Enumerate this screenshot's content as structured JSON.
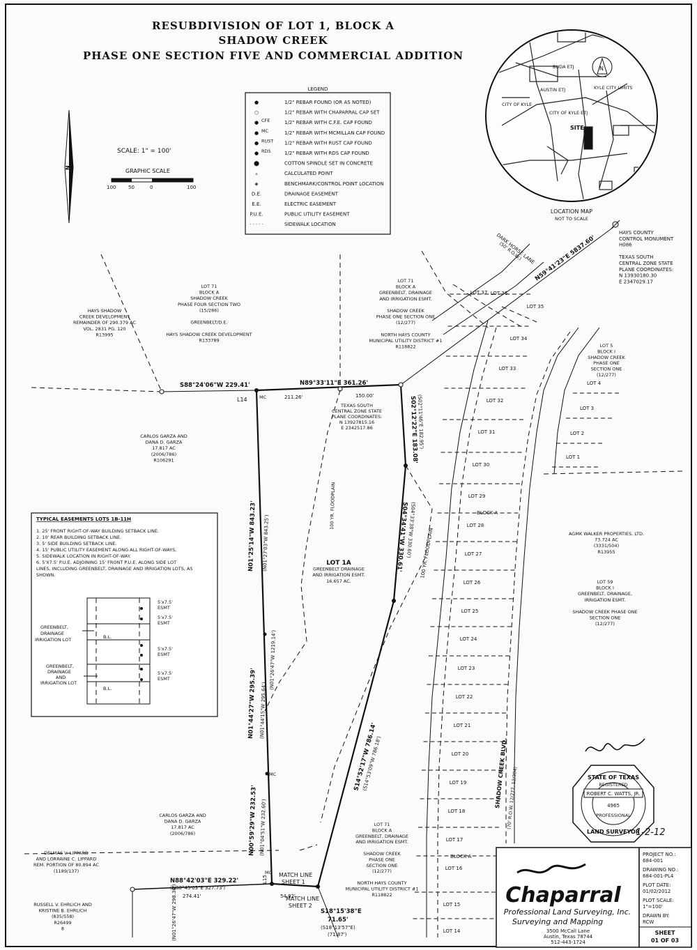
{
  "title": {
    "line1": "RESUBDIVISION OF LOT 1, BLOCK A",
    "line2": "SHADOW CREEK",
    "line3": "PHASE ONE SECTION FIVE AND COMMERCIAL ADDITION"
  },
  "scale": {
    "text": "SCALE: 1\" = 100'",
    "graphic_label": "GRAPHIC SCALE",
    "ticks": [
      "100",
      "50",
      "0",
      "100"
    ]
  },
  "legend": {
    "heading": "LEGEND",
    "items": [
      {
        "sym": "●",
        "sup": "",
        "text": "1/2\" REBAR FOUND (OR AS NOTED)"
      },
      {
        "sym": "○",
        "sup": "",
        "text": "1/2\" REBAR WITH CHAPARRAL CAP SET"
      },
      {
        "sym": "●",
        "sup": "CFE",
        "text": "1/2\" REBAR WITH C.F.E. CAP FOUND"
      },
      {
        "sym": "●",
        "sup": "MC",
        "text": "1/2\" REBAR WITH MCMILLAN CAP FOUND"
      },
      {
        "sym": "●",
        "sup": "RUST",
        "text": "1/2\" REBAR WITH RUST CAP FOUND"
      },
      {
        "sym": "●",
        "sup": "RDS",
        "text": "1/2\" REBAR WITH RDS CAP FOUND"
      },
      {
        "sym": "⬤",
        "sup": "",
        "text": "COTTON SPINDLE SET IN CONCRETE"
      },
      {
        "sym": "▵",
        "sup": "",
        "text": "CALCULATED POINT"
      },
      {
        "sym": "◈",
        "sup": "",
        "text": "BENCHMARK/CONTROL POINT LOCATION"
      },
      {
        "sym": "D.E.",
        "sup": "",
        "text": "DRAINAGE EASEMENT"
      },
      {
        "sym": "E.E.",
        "sup": "",
        "text": "ELECTRIC EASEMENT"
      },
      {
        "sym": "P.U.E.",
        "sup": "",
        "text": "PUBLIC UTILITY EASEMENT"
      },
      {
        "sym": "· · · · ·",
        "sup": "",
        "text": "SIDEWALK LOCATION"
      }
    ]
  },
  "location_map": {
    "caption": "LOCATION MAP",
    "note": "NOT TO SCALE",
    "labels": [
      "BUDA ETJ",
      "AUSTIN ETJ",
      "CITY OF KYLE",
      "KYLE CITY LIMITS",
      "CITY OF KYLE ETJ",
      "SITE",
      "N"
    ]
  },
  "monument": {
    "lines": [
      "HAYS COUNTY",
      "CONTROL MONUMENT",
      "H086",
      "",
      "TEXAS SOUTH",
      "CENTRAL ZONE STATE",
      "PLANE COORDINATES:",
      "N 13930180.30",
      "E 2347029.17"
    ]
  },
  "street_dark_horse": {
    "name": "DARK HORSE LANE",
    "row": "(50' R.O.W.)"
  },
  "street_shadow_creek": {
    "name": "SHADOW CREEK BLVD.",
    "row": "(70' R.O.W. 12/277, 12/304)"
  },
  "bearings": {
    "ne_tie": "N59°41'23\"E 5837.60'",
    "north_line": "N89°33'11\"E 361.26'",
    "north_seg1": "211.26'",
    "north_seg2": "150.00'",
    "west_tie": "S88°24'06\"W 229.41'",
    "l14": "L14",
    "west_upper": "N01°25'14\"W 843.23'",
    "west_upper_rec": "(N01°27'03\"W 843.25')",
    "west_mid": "N01°44'27\"W 295.39'",
    "west_mid_rec": "(N01°44'15\"W 295.64')",
    "west_lower": "N00°59'29\"W 232.53'",
    "west_lower_rec": "(N01°04'51\"W 232.60')",
    "west_1219": "(N01°26'47\"W 1219.14')",
    "east_upper": "S02°12'22\"E 183.08'",
    "east_upper_rec": "(S02°11'46\"E 182.95')",
    "east_mid": "S04°34'41\"W 330.61'",
    "east_mid_rec": "(S04°33'38\"W 330.60')",
    "east_lower": "S14°52'17\"W 786.14'",
    "east_lower_rec": "(S14°53'09\"W 786.18')",
    "south_line": "N88°42'03\"E 329.22'",
    "south_line_rec": "(N88°45'03\"E 327.73')",
    "south_seg1": "274.41'",
    "south_seg2": "54.82'",
    "l15": "L15",
    "sw_tie": "S18°15'38\"E",
    "sw_tie_len": "71.65'",
    "sw_tie_rec": "(S18°13'57\"E)",
    "sw_tie_rec_len": "(71.87')",
    "bottom_left": "(N01°26'47\"W 298.36')"
  },
  "parcels": {
    "hays_shadow": [
      "HAYS SHADOW",
      "CREEK DEVELOPMENT",
      "REMAINDER OF 290.379 AC",
      "VOL. 2831 PG. 120",
      "R13995"
    ],
    "lot71_top": [
      "LOT 71",
      "BLOCK A",
      "SHADOW CREEK",
      "PHASE FOUR SECTION TWO",
      "(15/286)",
      "",
      "GREENBELT/D.E.",
      "",
      "HAYS SHADOW CREEK DEVELOPMENT",
      "R133789"
    ],
    "lot71_right": [
      "LOT 71",
      "BLOCK A",
      "GREENBELT, DRAINAGE",
      "AND IRRIGATION ESMT.",
      "",
      "SHADOW CREEK",
      "PHASE ONE SECTION ONE",
      "(12/277)",
      "",
      "NORTH HAYS COUNTY",
      "MUNICIPAL UTILITY DISTRICT #1",
      "R118822"
    ],
    "texas_coords": [
      "TEXAS SOUTH",
      "CENTRAL ZONE STATE",
      "PLANE COORDINATES:",
      "N 13927815.16",
      "E 2342517.86"
    ],
    "garza_top": [
      "CARLOS GARZA AND",
      "DANA D. GARZA",
      "17.817 AC",
      "(2006/786)",
      "R106291"
    ],
    "lot1a": [
      "LOT 1A",
      "GREENBELT DRAINAGE",
      "AND IRRIGATION ESMT.",
      "16.657 AC."
    ],
    "agmk": [
      "AGMK WALKER PROPERTIES, LTD.",
      "73.724 AC",
      "(3331/504)",
      "R13955"
    ],
    "lot59": [
      "LOT 59",
      "BLOCK I",
      "GREENBELT, DRAINAGE,",
      "IRRIGATION ESMT.",
      "",
      "SHADOW CREEK PHASE ONE",
      "SECTION ONE",
      "(12/277)"
    ],
    "lot5": [
      "LOT 5",
      "BLOCK I",
      "SHADOW CREEK",
      "PHASE ONE",
      "SECTION ONE",
      "(12/277)"
    ],
    "garza_bottom": [
      "CARLOS GARZA AND",
      "DANA D. GARZA",
      "17.817 AC",
      "(2006/786)"
    ],
    "lippard": [
      "DELMAS V. LIPPARD",
      "AND LORRAINE C. LIPPARD",
      "REM. PORTION OF 80.894 AC",
      "(1189/137)"
    ],
    "ehrlich": [
      "RUSSELL V. EHRLICH AND",
      "KRISTINE B. EHRLICH",
      "(835/558)",
      "R26499",
      "8"
    ],
    "lot71_bottom": [
      "LOT 71",
      "BLOCK A",
      "GREENBELT, DRAINAGE",
      "AND IRRIGATION ESMT.",
      "",
      "SHADOW CREEK",
      "PHASE ONE",
      "SECTION ONE",
      "(12/277)",
      "",
      "NORTH HAYS COUNTY",
      "MUNICIPAL UTILITY DISTRICT #1",
      "R118822"
    ]
  },
  "floodplain": "100 YR. FLOODPLAIN",
  "match_lines": [
    "MATCH LINE",
    "SHEET 1",
    "MATCH LINE",
    "SHEET 2"
  ],
  "block_a_labels": [
    "BLOCK A",
    "BLOCK A"
  ],
  "lots_east": [
    "LOT 37",
    "LOT 36",
    "LOT 35",
    "LOT 34",
    "LOT 33",
    "LOT 32",
    "LOT 31",
    "LOT 30",
    "LOT 29",
    "LOT 28",
    "LOT 27",
    "LOT 26",
    "LOT 25",
    "LOT 24",
    "LOT 23",
    "LOT 22",
    "LOT 21",
    "LOT 20",
    "LOT 19",
    "LOT 18",
    "LOT 17",
    "LOT 16",
    "LOT 15",
    "LOT 14"
  ],
  "lots_block1": [
    "LOT 4",
    "LOT 3",
    "LOT 2",
    "LOT 1"
  ],
  "typical_easements": {
    "heading": "TYPICAL EASEMENTS LOTS 1B-11H",
    "notes": [
      "1. 25' FRONT RIGHT-OF-WAY BUILDING SETBACK LINE.",
      "2. 10' REAR BUILDING SETBACK LINE.",
      "3. 5' SIDE BUILDING SETBACK LINE.",
      "4. 15' PUBLIC UTILITY EASEMENT ALONG ALL RIGHT-OF-WAYS.",
      "5. SIDEWALK LOCATION IN RIGHT-OF-WAY.",
      "6. 5'X7.5' P.U.E. ADJOINING 15' FRONT P.U.E. ALONG SIDE LOT",
      "   LINES, INCLUDING GREENBELT, DRAINAGE AND IRRIGATION LOTS, AS",
      "   SHOWN."
    ],
    "esmt": [
      "5'x7.5'",
      "ESMT"
    ],
    "greenbelt": [
      "GREENBELT,",
      "DRAINAGE",
      "IRRIGATION LOT"
    ],
    "greenbelt2": [
      "GREENBELT,",
      "DRAINAGE",
      "AND",
      "IRRIGATION LOT"
    ],
    "bl": "B.L."
  },
  "seal": {
    "ring_top": "STATE OF TEXAS",
    "registered": "REGISTERED",
    "name": "ROBERT C. WATTS, JR.",
    "number": "4965",
    "professional": "PROFESSIONAL",
    "land_surveyor": "LAND SURVEYOR",
    "date": "1-2-12"
  },
  "title_block": {
    "company": "Chaparral",
    "line1": "Professional Land Surveying, Inc.",
    "line2": "Surveying and Mapping",
    "address1": "3500 McCall Lane",
    "address2": "Austin, Texas 78744",
    "phone": "512-443-1724",
    "project_label": "PROJECT NO.:",
    "project": "684-001",
    "drawing_label": "DRAWING NO.:",
    "drawing": "684-001-PL4",
    "plot_date_label": "PLOT DATE:",
    "plot_date": "01/02/2012",
    "plot_scale_label": "PLOT SCALE:",
    "plot_scale": "1\"=100'",
    "drawn_label": "DRAWN BY:",
    "drawn": "RCW",
    "sheet_label": "SHEET",
    "sheet": "01 OF 03"
  },
  "mc_tag": "MC"
}
